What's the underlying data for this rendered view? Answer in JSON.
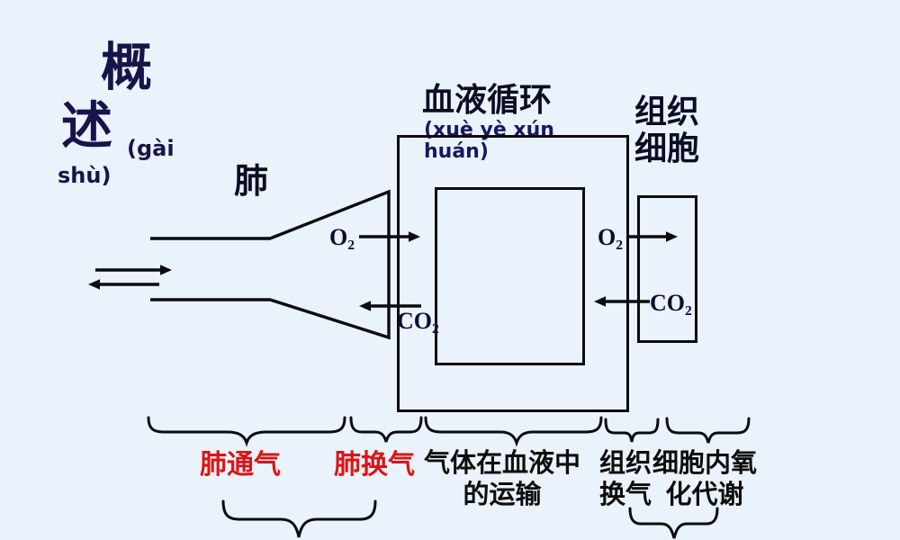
{
  "colors": {
    "background": "#eaf2fb",
    "ink": "#0b0b10",
    "navy_text": "#15154a",
    "red_accent": "#dc1414"
  },
  "title": {
    "line1_zh": "概",
    "line2_zh": "述",
    "line2_pinyin": "(gài",
    "line3_pinyin": "shù)"
  },
  "labels": {
    "lung": "肺",
    "blood_circulation": "血液循环",
    "blood_pinyin_line1": "(xuè yè xún",
    "blood_pinyin_line2": "huán)",
    "tissue_line1": "组织",
    "tissue_line2": "细胞",
    "o2": "O₂",
    "co2": "CO₂"
  },
  "process_labels": {
    "lung_ventilation": "肺通气",
    "lung_gas_exchange": "肺换气",
    "gas_transport_line1": "气体在血液中",
    "gas_transport_line2": "的运输",
    "tissue_exchange_line1": "组织",
    "tissue_exchange_line2": "换气",
    "cell_oxidation_line1": "细胞内氧",
    "cell_oxidation_line2": "化代谢"
  }
}
